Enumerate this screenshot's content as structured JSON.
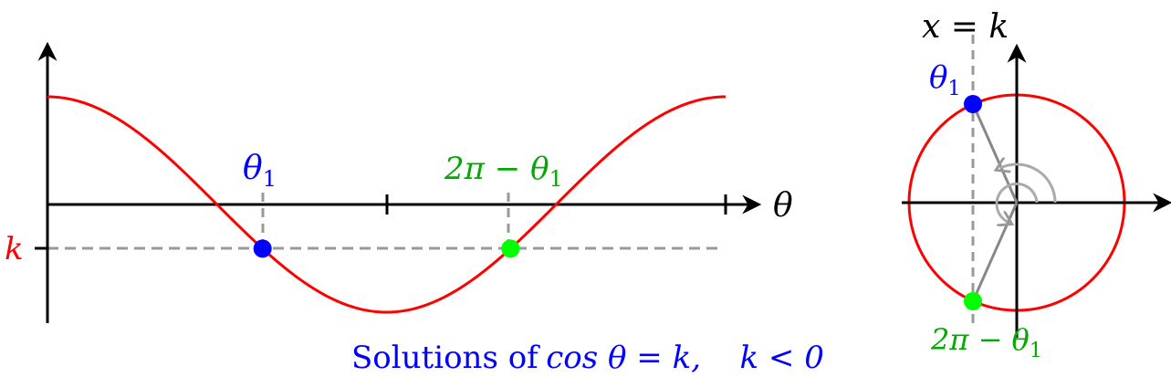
{
  "caption": {
    "prefix": "Solutions of",
    "equation": "cos θ = k,",
    "condition": "k < 0"
  },
  "labels": {
    "theta_axis": "θ",
    "k_tick": "k",
    "theta1": "θ",
    "theta1_sub": "1",
    "theta2": "2π − θ",
    "theta2_sub": "1",
    "line_label": "x = k"
  },
  "colors": {
    "curve": "#ff0000",
    "theta1": "#0000ff",
    "theta2": "#00cc00",
    "theta2_point": "#00ff00",
    "guide": "#999999",
    "axis": "#000000",
    "caption": "#0000ff",
    "radius": "#888888"
  },
  "chart_data": {
    "type": "line",
    "function": "cos(θ)",
    "x_range": [
      0,
      6.2832
    ],
    "ylim": [
      -1,
      1
    ],
    "k": -0.41,
    "theta1": 1.993,
    "theta2": 4.29,
    "points": [
      {
        "name": "θ1",
        "x": 1.993,
        "y": -0.41
      },
      {
        "name": "2π − θ1",
        "x": 4.29,
        "y": -0.41
      }
    ],
    "grid": false
  }
}
